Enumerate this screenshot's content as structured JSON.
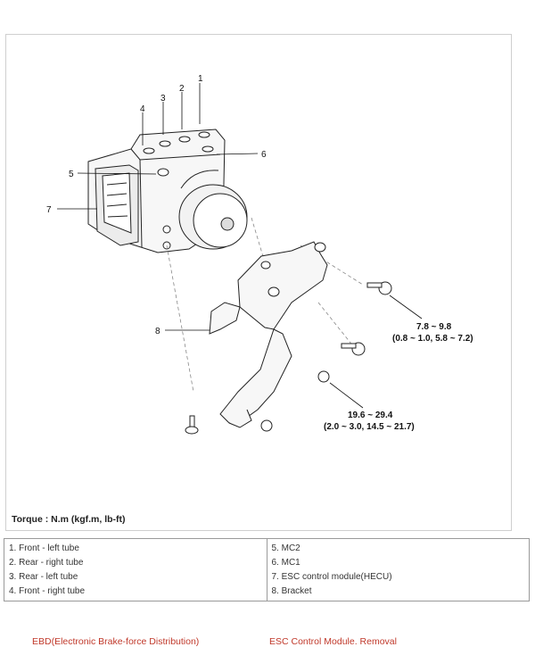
{
  "figure": {
    "callouts": [
      "1",
      "2",
      "3",
      "4",
      "5",
      "6",
      "7",
      "8"
    ],
    "torque_spec_1": {
      "line1": "7.8 ~ 9.8",
      "line2": "(0.8 ~ 1.0, 5.8 ~ 7.2)"
    },
    "torque_spec_2": {
      "line1": "19.6 ~ 29.4",
      "line2": "(2.0 ~ 3.0, 14.5 ~ 21.7)"
    },
    "torque_units_label": "Torque : N.m (kgf.m, lb-ft)"
  },
  "legend": {
    "left": [
      "1. Front - left tube",
      "2. Rear - right tube",
      "3. Rear - left tube",
      "4. Front - right tube"
    ],
    "right": [
      "5. MC2",
      "6. MC1",
      "7. ESC control module(HECU)",
      "8. Bracket"
    ]
  },
  "links": {
    "prev": "EBD(Electronic Brake-force Distribution)",
    "next": "ESC Control Module. Removal"
  }
}
